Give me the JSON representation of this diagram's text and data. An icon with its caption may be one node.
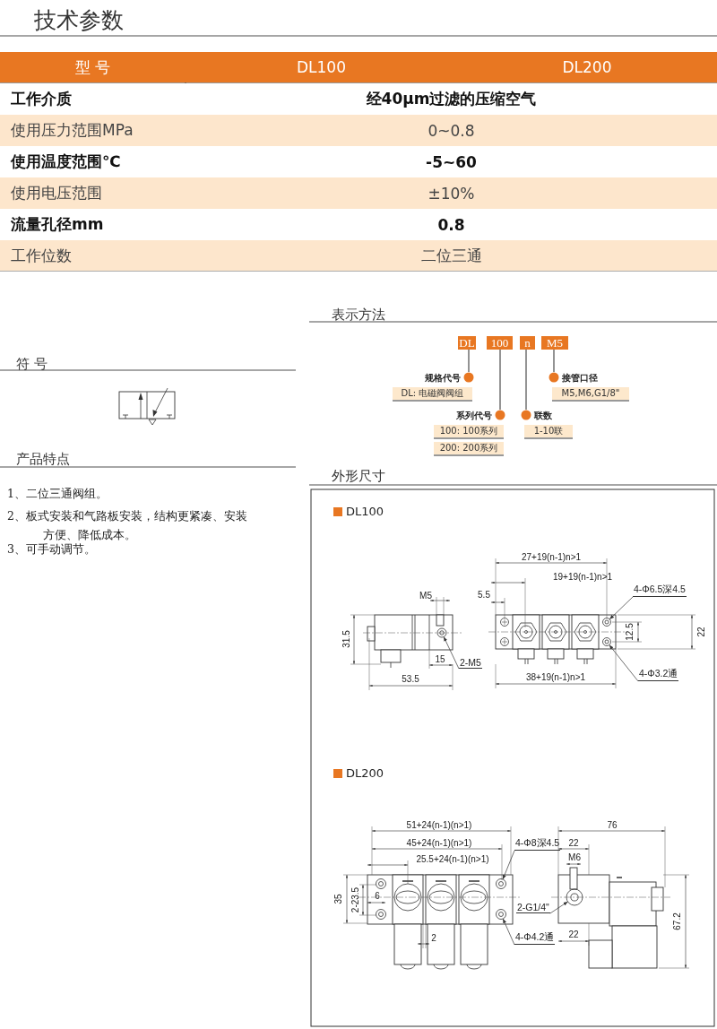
{
  "diagram": {
    "title": "技术参数",
    "nodes": [
      {
        "text": [
          "DL"
        ]
      },
      {
        "text": [
          "100"
        ]
      },
      {
        "text": [
          "n"
        ]
      },
      {
        "text": [
          "M5"
        ]
      },
      {
        "text": [
          "规格代号",
          "DL: 电磁阀阀组"
        ]
      },
      {
        "text": [
          "系列代号",
          "100: 100系列",
          "200: 200系列"
        ]
      },
      {
        "text": [
          "联数",
          "1-10联"
        ]
      },
      {
        "text": [
          "接管口径",
          "M5,M6,G1/8\""
        ]
      },
      {
        "text": [
          "2-M5"
        ]
      },
      {
        "text": [
          "4-Φ6.5深4.5"
        ]
      },
      {
        "text": [
          "4-Φ3.2通"
        ]
      },
      {
        "text": [
          "4-Φ8深4.5"
        ]
      },
      {
        "text": [
          "2-G1/4\""
        ]
      },
      {
        "text": [
          "4-Φ4.2通"
        ]
      },
      {
        "text": [],
        "shape": "circle"
      },
      {
        "text": [],
        "shape": "circle"
      },
      {
        "text": [],
        "shape": "circle"
      },
      {
        "text": [],
        "shape": "circle"
      },
      {
        "text": [],
        "shape": "circle"
      },
      {
        "text": [],
        "shape": "circle"
      }
    ],
    "edges": [
      {
        "from": 0,
        "to": 4,
        "arrow": "other"
      },
      {
        "from": 1,
        "to": 5,
        "arrow": "other"
      },
      {
        "from": 2,
        "to": 6,
        "arrow": "other"
      },
      {
        "from": 3,
        "to": 7,
        "arrow": "other"
      },
      {
        "from": 8,
        "to": 14,
        "arrow": "to"
      },
      {
        "from": 9,
        "to": 15,
        "arrow": "to"
      },
      {
        "from": 10,
        "to": 16,
        "arrow": "to"
      },
      {
        "from": 11,
        "to": 17,
        "arrow": "to"
      },
      {
        "from": 12,
        "to": 18,
        "arrow": "to"
      },
      {
        "from": 13,
        "to": 19,
        "arrow": "to"
      }
    ],
    "labels": [
      "型 号",
      "DL100",
      "DL200",
      "工作介质",
      "经40μm过滤的压缩空气",
      "使用压力范围MPa",
      "0~0.8",
      "使用温度范围℃",
      "-5~60",
      "使用电压范围",
      "±10%",
      "流量孔径mm",
      "0.8",
      "工作位数",
      "二位三通",
      "表示方法",
      "符 号",
      "产品特点",
      "1、二位三通阀组。",
      "2、板式安装和气路板安装，结构更紧凑、安装方便、降低成本。",
      "3、可手动调节。",
      "外形尺寸",
      "DL100",
      "27+19(n-1)n>1",
      "19+19(n-1)n>1",
      "M5",
      "5.5",
      "31.5",
      "12.5",
      "22",
      "15",
      "53.5",
      "38+19(n-1)n>1",
      "DL200",
      "51+24(n-1)(n>1)",
      "76",
      "45+24(n-1)(n>1)",
      "22",
      "25.5+24(n-1)(n>1)",
      "M6",
      "35",
      "2-23.5",
      "6",
      "67.2",
      "2",
      "22"
    ]
  }
}
